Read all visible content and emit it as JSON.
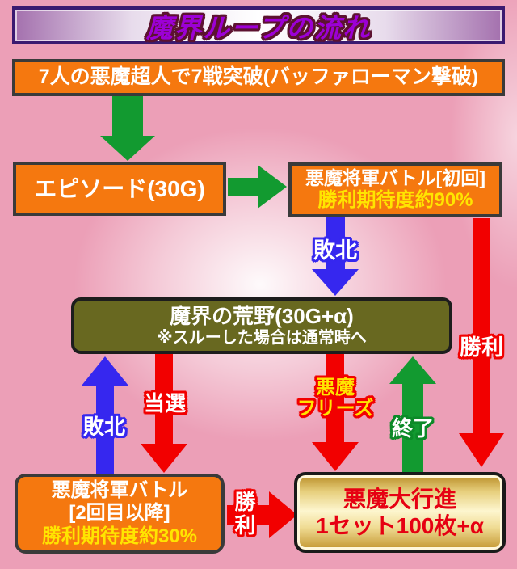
{
  "title": {
    "text": "魔界ループの流れ"
  },
  "colors": {
    "pink": "#ec9fb7",
    "banner-border": "#3a1a70",
    "banner-edge": "#a471ae",
    "title-purple": "#9c00d6",
    "title-outline": "#5c1230",
    "orange": "#f5780f",
    "box-border": "#3a3a3a",
    "olive": "#686820",
    "olive-border": "#1d1d1d",
    "gold-border": "#1a1a1a",
    "gold-dark": "#ba8e28",
    "gold-light": "#fdf6cf",
    "white": "#ffffff",
    "yellow": "#ffe500",
    "red-text": "#e60012",
    "green": "#129a30",
    "blue": "#3627ef",
    "red": "#f20000"
  },
  "boxes": {
    "condition": {
      "text": "7人の悪魔超人で7戦突破(バッファローマン撃破)"
    },
    "episode": {
      "text": "エピソード(30G)"
    },
    "shogun_first": {
      "line1": "悪魔将軍バトル[初回]",
      "line2": "勝利期待度約90%"
    },
    "wilderness": {
      "line1": "魔界の荒野(30G+α)",
      "line2": "※スルーした場合は通常時へ"
    },
    "shogun_repeat": {
      "line1": "悪魔将軍バトル",
      "line2": "[2回目以降]",
      "line3": "勝利期待度約30%"
    },
    "parade": {
      "line1": "悪魔大行進",
      "line2": "1セット100枚+α"
    }
  },
  "arrow_labels": {
    "defeat_first": "敗北",
    "victory_first": "勝利",
    "lottery_win": "当選",
    "defeat_repeat": "敗北",
    "devil_freeze_line1": "悪魔",
    "devil_freeze_line2": "フリーズ",
    "end": "終了",
    "victory_repeat": "勝利"
  }
}
